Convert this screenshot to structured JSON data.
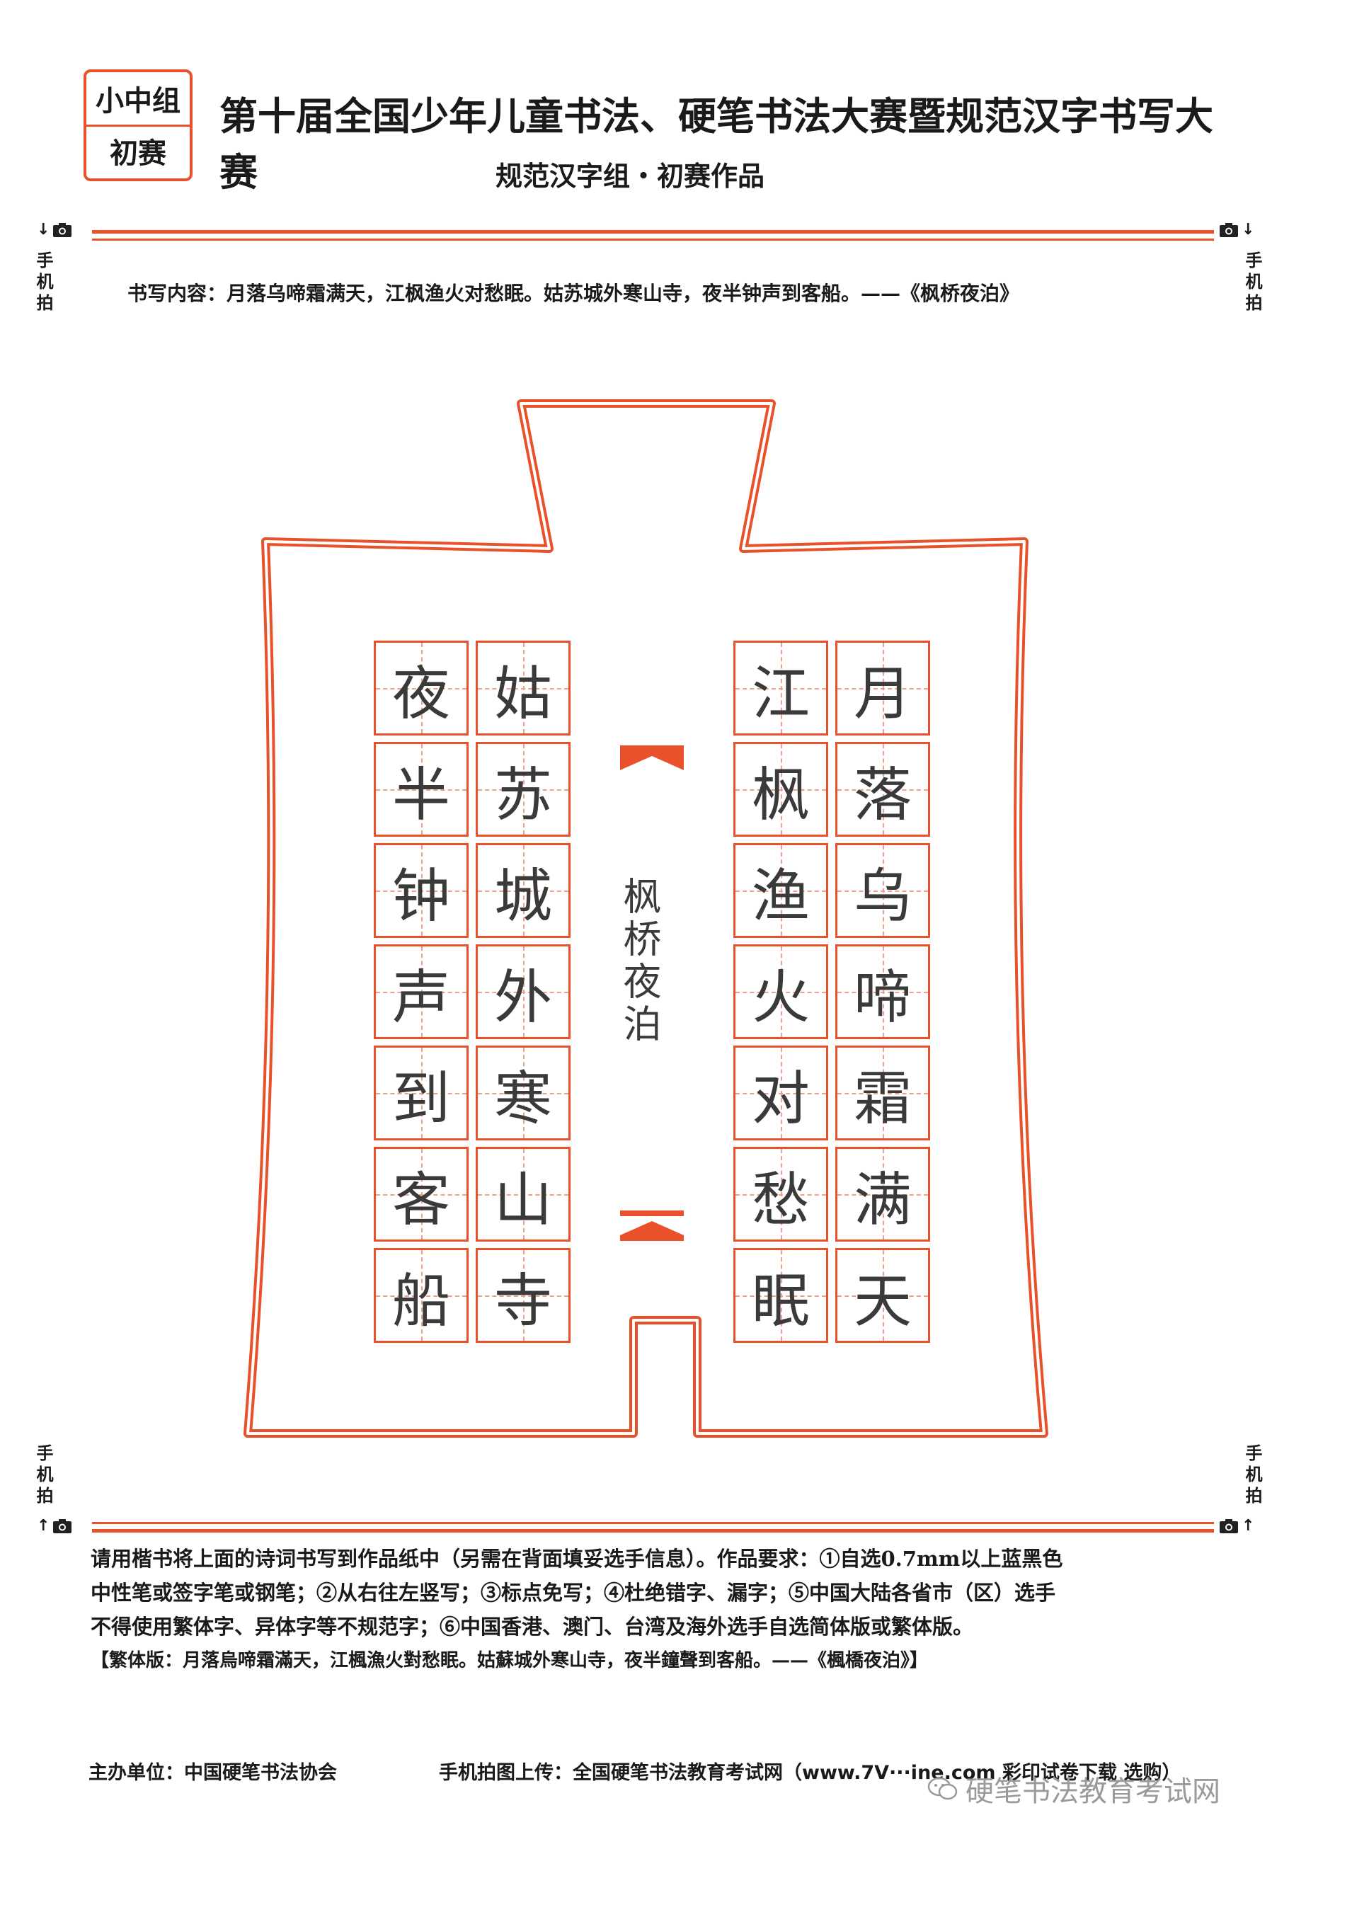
{
  "badge": {
    "group": "小中组",
    "stage": "初赛"
  },
  "header": {
    "title": "第十届全国少年儿童书法、硬笔书法大赛暨规范汉字书写大赛",
    "subtitle": "规范汉字组・初赛作品"
  },
  "phone_shot_label": "手机拍",
  "content_line": "书写内容：月落乌啼霜满天，江枫渔火对愁眠。姑苏城外寒山寺，夜半钟声到客船。——《枫桥夜泊》",
  "work": {
    "title": "枫桥夜泊",
    "columns": [
      [
        "月",
        "落",
        "乌",
        "啼",
        "霜",
        "满",
        "天"
      ],
      [
        "江",
        "枫",
        "渔",
        "火",
        "对",
        "愁",
        "眠"
      ],
      [
        "姑",
        "苏",
        "城",
        "外",
        "寒",
        "山",
        "寺"
      ],
      [
        "夜",
        "半",
        "钟",
        "声",
        "到",
        "客",
        "船"
      ]
    ]
  },
  "instructions": {
    "line1": "请用楷书将上面的诗词书写到作品纸中（另需在背面填妥选手信息）。作品要求：①自选0.7mm以上蓝黑色",
    "line2": "中性笔或签字笔或钢笔；②从右往左竖写；③标点免写；④杜绝错字、漏字；⑤中国大陆各省市（区）选手",
    "line3": "不得使用繁体字、异体字等不规范字；⑥中国香港、澳门、台湾及海外选手自选简体版或繁体版。",
    "traditional": "【繁体版：月落烏啼霜滿天，江楓漁火對愁眠。姑蘇城外寒山寺，夜半鐘聲到客船。——《楓橋夜泊》】"
  },
  "footer": {
    "organizer": "主办单位：中国硬笔书法协会",
    "upload": "手机拍图上传：全国硬笔书法教育考试网（www.7V···ine.com 彩印试卷下载 选购）",
    "watermark": "硬笔书法教育考试网"
  },
  "colors": {
    "accent": "#e9512a"
  }
}
